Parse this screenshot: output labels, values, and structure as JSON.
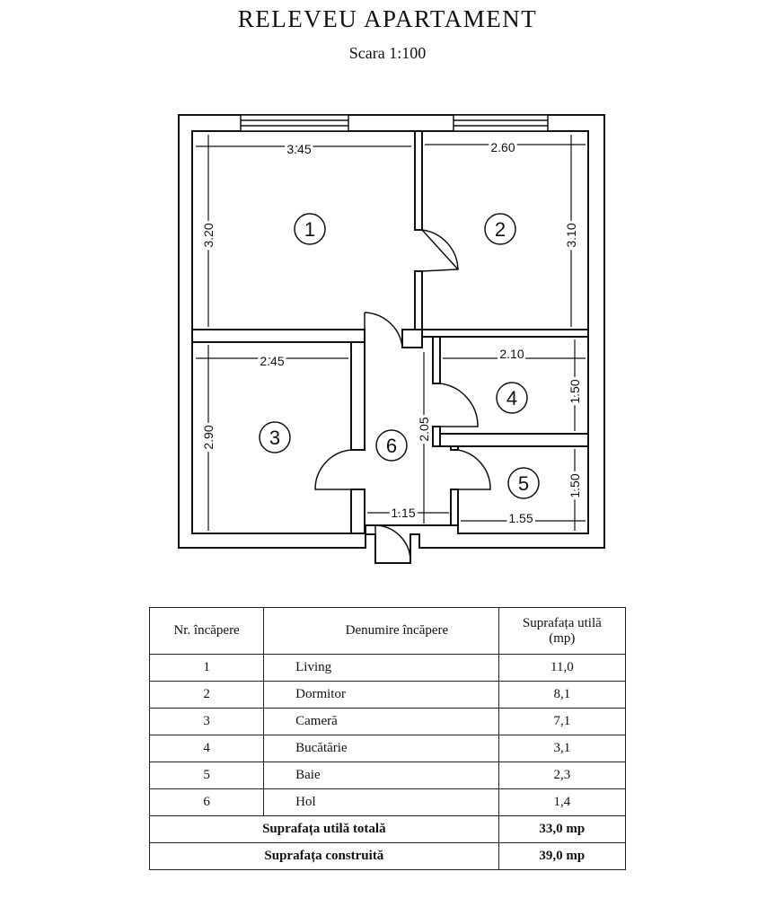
{
  "header": {
    "title": "RELEVEU APARTAMENT",
    "scale": "Scara 1:100"
  },
  "plan": {
    "rooms": [
      "1",
      "2",
      "3",
      "4",
      "5",
      "6"
    ],
    "dimensions": {
      "room1_width": "3.45",
      "room1_length": "3.20",
      "room2_width": "2.60",
      "room2_length": "3.10",
      "room3_width": "2.45",
      "room3_length": "2.90",
      "room4_width": "2.10",
      "room4_length": "1.50",
      "room5_width": "1.55",
      "room5_length": "1.50",
      "hall_width": "1.15",
      "hall_length": "2.05"
    }
  },
  "table": {
    "headers": {
      "number": "Nr. încăpere",
      "name": "Denumire încăpere",
      "area_line1": "Suprafața utilă",
      "area_line2": "(mp)"
    },
    "rows": [
      {
        "nr": "1",
        "name": "Living",
        "area": "11,0"
      },
      {
        "nr": "2",
        "name": "Dormitor",
        "area": "8,1"
      },
      {
        "nr": "3",
        "name": "Cameră",
        "area": "7,1"
      },
      {
        "nr": "4",
        "name": "Bucătărie",
        "area": "3,1"
      },
      {
        "nr": "5",
        "name": "Baie",
        "area": "2,3"
      },
      {
        "nr": "6",
        "name": "Hol",
        "area": "1,4"
      }
    ],
    "total_usable_label": "Suprafața utilă totală",
    "total_usable_value": "33,0 mp",
    "total_built_label": "Suprafața construită",
    "total_built_value": "39,0 mp"
  }
}
